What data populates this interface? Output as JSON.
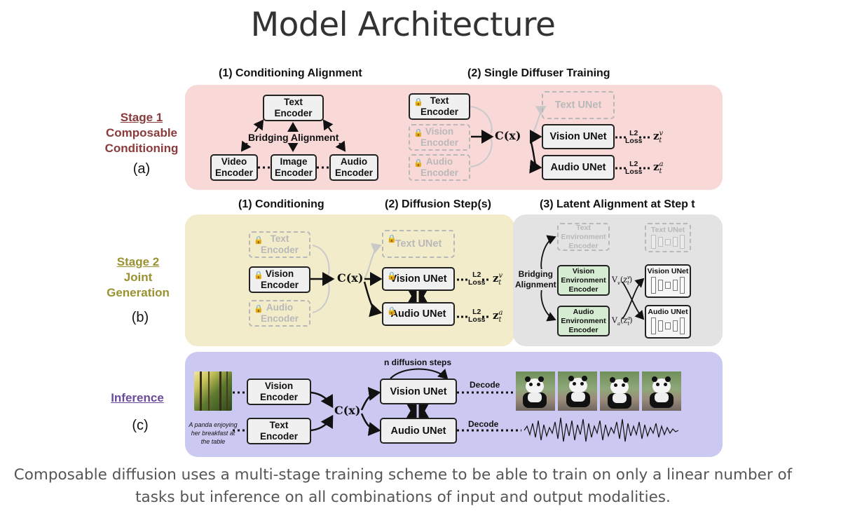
{
  "title": "Model Architecture",
  "caption": "Composable diffusion uses a multi-stage training scheme to be able to train on only a linear number of tasks but inference on all combinations of input and output modalities.",
  "colors": {
    "stage1_bg": "#f9d9d8",
    "stage2_bg": "#f2eccb",
    "stage2_latent_bg": "#e3e3e3",
    "inference_bg": "#cbc9f1",
    "stage1_label": "#8a3b3b",
    "stage2_label": "#9a9131",
    "inference_label": "#6b4a9a",
    "green_box": "#d6ecd2"
  },
  "stage1": {
    "label_top": "Stage 1",
    "label_mid": "Composable",
    "label_bot": "Conditioning",
    "sub": "(a)",
    "hdr1": "(1) Conditioning Alignment",
    "hdr2": "(2) Single Diffuser Training",
    "text_encoder": "Text\nEncoder",
    "bridging": "Bridging Alignment",
    "video_encoder": "Video\nEncoder",
    "image_encoder": "Image\nEncoder",
    "audio_encoder": "Audio\nEncoder",
    "t_text_encoder": "Text\nEncoder",
    "t_vision_encoder": "Vision\nEncoder",
    "t_audio_encoder": "Audio\nEncoder",
    "cx": "C(x)",
    "text_unet": "Text UNet",
    "vision_unet": "Vision UNet",
    "audio_unet": "Audio UNet",
    "loss_v_top": "L2",
    "loss_v_bot": "Loss",
    "loss_a_top": "L2",
    "loss_a_bot": "Loss",
    "z_base": "z",
    "z_sub": "t",
    "z_v_sup": "v",
    "z_a_sup": "a"
  },
  "stage2": {
    "label_top": "Stage 2",
    "label_mid": "Joint",
    "label_bot": "Generation",
    "sub": "(b)",
    "hdr1": "(1) Conditioning",
    "hdr2": "(2) Diffusion Step(s)",
    "hdr3": "(3) Latent Alignment at Step t",
    "text_encoder": "Text\nEncoder",
    "vision_encoder": "Vision\nEncoder",
    "audio_encoder": "Audio\nEncoder",
    "cx": "C(x)",
    "text_unet": "Text UNet",
    "vision_unet": "Vision UNet",
    "audio_unet": "Audio UNet",
    "loss_v_top": "L2",
    "loss_v_bot": "Loss",
    "loss_a_top": "L2",
    "loss_a_bot": "Loss",
    "text_env": "Text\nEnvironment\nEncoder",
    "vision_env": "Vision\nEnvironment\nEncoder",
    "audio_env": "Audio\nEnvironment\nEncoder",
    "bridging": "Bridging\nAlignment",
    "vv": "V",
    "vv_sub": "v",
    "vv_arg": "(z",
    "vv_arg_sup": "v",
    "vv_arg_sub": "t",
    "va": "V",
    "va_sub": "a",
    "va_arg": "(z",
    "va_arg_sup": "a",
    "va_arg_sub": "t",
    "small_text_unet": "Text UNet",
    "small_vision_unet": "Vision UNet",
    "small_audio_unet": "Audio UNet"
  },
  "inference": {
    "label": "Inference",
    "sub": "(c)",
    "vision_encoder": "Vision\nEncoder",
    "text_encoder": "Text\nEncoder",
    "prompt": "A panda enjoying\nher breakfast at\nthe table",
    "cx": "C(x)",
    "n_steps": "n diffusion steps",
    "vision_unet": "Vision UNet",
    "audio_unet": "Audio UNet",
    "decode1": "Decode",
    "decode2": "Decode"
  }
}
